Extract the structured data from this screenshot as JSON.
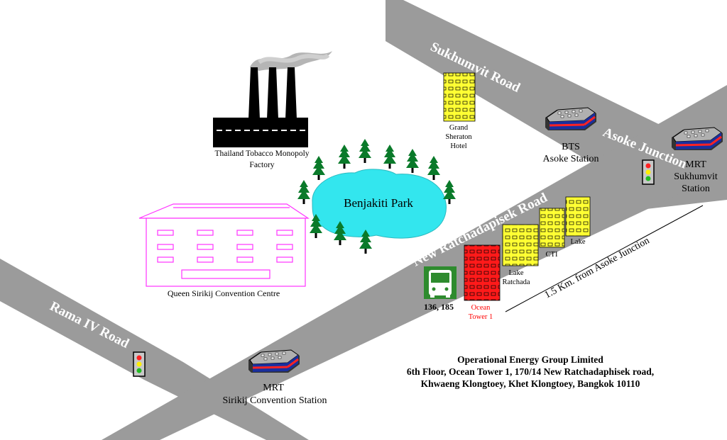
{
  "roads": {
    "sukhumvit": "Sukhumvit Road",
    "asoke": "Asoke Junction",
    "ratchadapisek": "New Ratchadapisek Road",
    "rama4": "Rama IV Road"
  },
  "landmarks": {
    "factory": [
      "Thailand Tobacco Monopoly",
      "Factory"
    ],
    "park": "Benjakiti Park",
    "convention": "Queen Sirikij Convention Centre",
    "sheraton": [
      "Grand",
      "Sheraton",
      "Hotel"
    ],
    "bts": [
      "BTS",
      "Asoke Station"
    ],
    "mrt_sukhumvit": [
      "MRT",
      "Sukhumvit",
      "Station"
    ],
    "mrt_sirikij": [
      "MRT",
      "Sirikij Convention Station"
    ],
    "cti": "CTI",
    "lake": "Lake",
    "lake_ratchada": [
      "Lake",
      "Ratchada"
    ],
    "ocean_tower": [
      "Ocean",
      "Tower 1"
    ],
    "bus": "136, 185"
  },
  "distance": "1.5 Km. from Asoke Junction",
  "address": [
    "Operational Energy Group Limited",
    "6th Floor, Ocean Tower 1, 170/14 New Ratchadaphisek road,",
    "Khwaeng Klongtoey, Khet Klongtoey, Bangkok 10110"
  ],
  "colors": {
    "road": "#9b9b9b",
    "park": "#33e6ee",
    "building_yellow": "#ffff33",
    "ocean_tower": "#ff1a1a",
    "convention": "#ff33ff",
    "bus": "#2e8b2e",
    "ocean_label": "#ff0000"
  },
  "icons": [
    "factory-icon",
    "tree-icon",
    "train-icon",
    "traffic-light-icon",
    "bus-icon"
  ]
}
